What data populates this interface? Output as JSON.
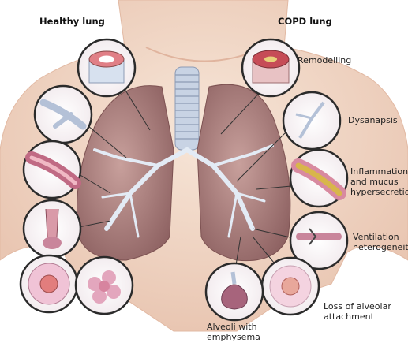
{
  "headers": {
    "healthy": "Healthy lung",
    "copd": "COPD lung"
  },
  "labels": {
    "remodelling": "Remodelling",
    "dysanapsis": "Dysanapsis",
    "inflammation": [
      "Inflammation",
      "and mucus",
      "hypersecretion"
    ],
    "ventilation": [
      "Ventilation",
      "heterogeneity"
    ],
    "alveolar_attachment": [
      "Loss of alveolar",
      "attachment"
    ],
    "emphysema": [
      "Alveoli with",
      "emphysema"
    ]
  },
  "colors": {
    "skin": "#f3dccd",
    "lung": "#b98a88",
    "lung_dark": "#8e6262",
    "airway": "#d7e1ef",
    "trachea": "#c8d3e4",
    "inset_ring": "#2b2b2b",
    "inflamed": "#d88aa0",
    "mucus": "#d8b64a"
  }
}
